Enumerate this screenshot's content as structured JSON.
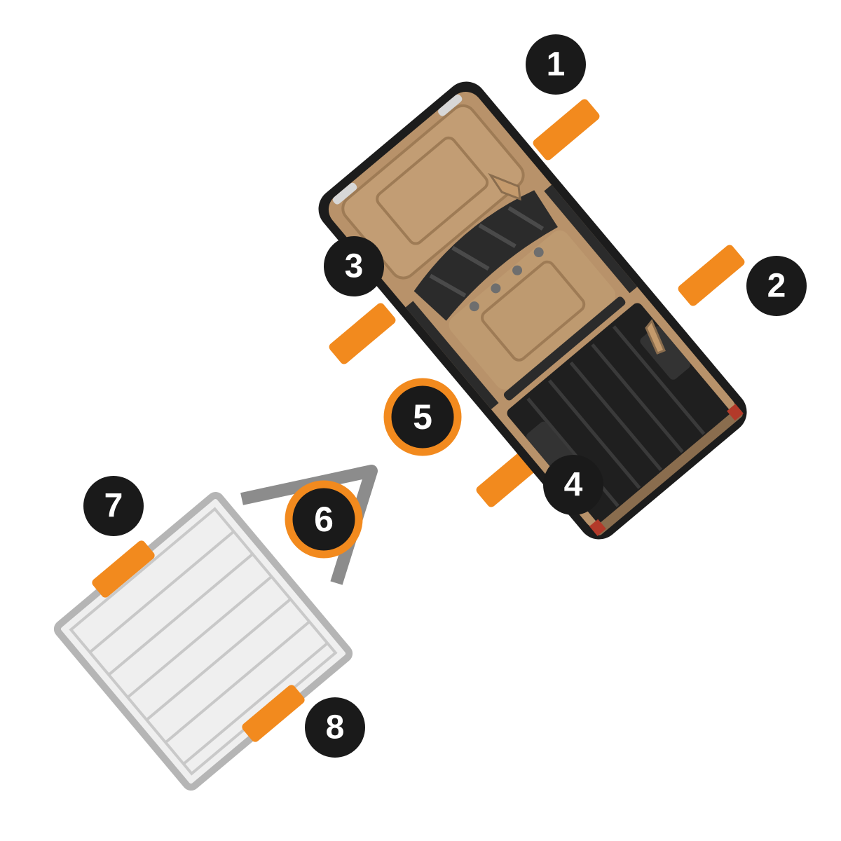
{
  "markers": [
    {
      "id": "1",
      "label": "1"
    },
    {
      "id": "2",
      "label": "2"
    },
    {
      "id": "3",
      "label": "3"
    },
    {
      "id": "4",
      "label": "4"
    },
    {
      "id": "5",
      "label": "5"
    },
    {
      "id": "6",
      "label": "6"
    },
    {
      "id": "7",
      "label": "7"
    },
    {
      "id": "8",
      "label": "8"
    }
  ],
  "colors": {
    "accent_orange": "#F28A1E",
    "marker_black": "#1A1A1A",
    "truck_body": "#B8926A",
    "truck_outline": "#1C1C1C",
    "trailer_body": "#EDEDED",
    "trailer_outline": "#A8A8A8"
  },
  "icons": {
    "vehicle": "pickup-truck-icon",
    "trailer": "utility-trailer-icon"
  }
}
